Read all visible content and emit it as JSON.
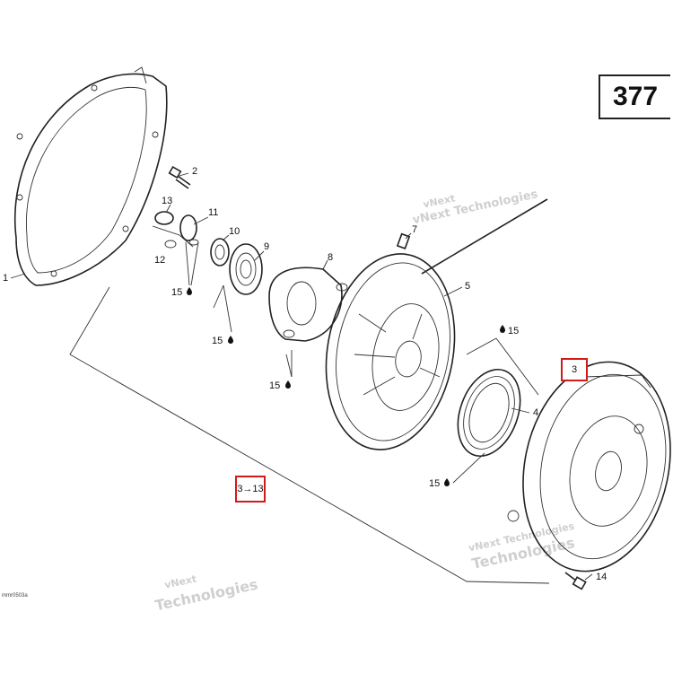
{
  "page_number": "377",
  "diagram_id": "mmr0503a",
  "ref_boxes": {
    "housing_ref": "3",
    "kit_ref": "3→13"
  },
  "callouts": [
    {
      "id": "1",
      "label": "1"
    },
    {
      "id": "2",
      "label": "2"
    },
    {
      "id": "4",
      "label": "4"
    },
    {
      "id": "5",
      "label": "5"
    },
    {
      "id": "7",
      "label": "7"
    },
    {
      "id": "8",
      "label": "8"
    },
    {
      "id": "9",
      "label": "9"
    },
    {
      "id": "10",
      "label": "10"
    },
    {
      "id": "11",
      "label": "11"
    },
    {
      "id": "12",
      "label": "12"
    },
    {
      "id": "13",
      "label": "13"
    },
    {
      "id": "14",
      "label": "14"
    },
    {
      "id": "15a",
      "label": "15"
    },
    {
      "id": "15b",
      "label": "15"
    },
    {
      "id": "15c",
      "label": "15"
    },
    {
      "id": "15d",
      "label": "15"
    },
    {
      "id": "15e",
      "label": "15"
    }
  ],
  "watermark": {
    "line1": "vNext",
    "line2": "vNext Technologies",
    "line3": "Technologies"
  },
  "lubricant_icon": "oil-drop-icon"
}
